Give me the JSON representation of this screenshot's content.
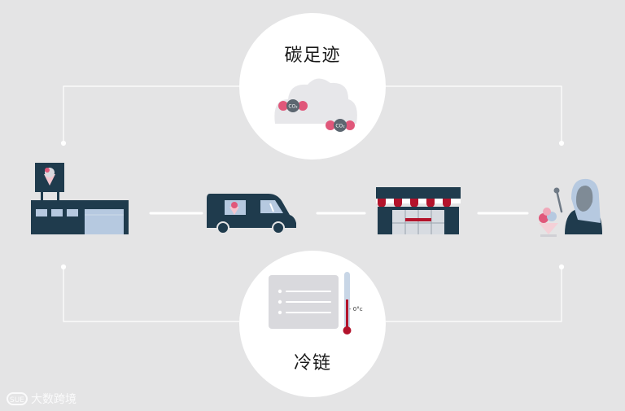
{
  "carbon": {
    "title": "碳足迹",
    "molecule_label": "CO₂"
  },
  "cold_chain": {
    "title": "冷链",
    "temp_label": "- 0°c"
  },
  "watermark": {
    "logo_text": "SUE",
    "text": "大数跨境"
  },
  "colors": {
    "navy": "#1f3b4d",
    "light_blue": "#b6c9e0",
    "red": "#b3132b",
    "pink": "#e0577a",
    "background": "#e4e4e5"
  }
}
